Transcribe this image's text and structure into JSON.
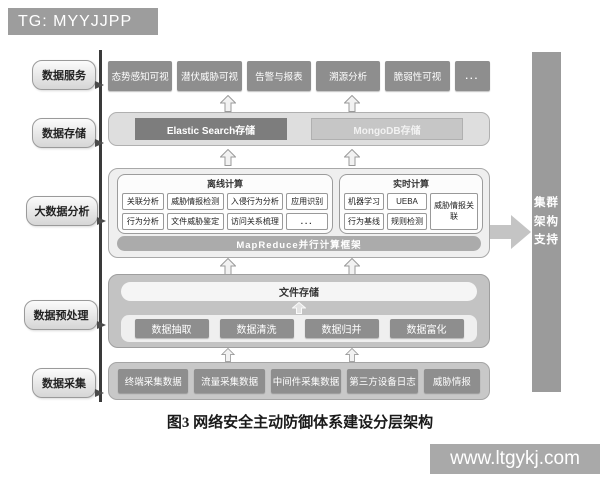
{
  "badge": {
    "text": "TG: MYYJJPP"
  },
  "watermark": {
    "text": "www.ltgykj.com"
  },
  "caption": "图3 网络安全主动防御体系建设分层架构",
  "cluster_support": {
    "label": "集群架构支持"
  },
  "icons": {
    "up_arrow": "hollow-block-arrow-up",
    "right_arrow": "solid-block-arrow-right"
  },
  "colors": {
    "dark_box": "#8e8e8e",
    "layer_container": "#c7c7c7",
    "rail_line": "#3a3a3a",
    "cluster_bar": "#9b9b9b",
    "badge_bg": "#9d9d9d",
    "watermark_bg": "#a9a9a9"
  },
  "layers": {
    "services": {
      "label": "数据服务",
      "items": [
        "态势感知可视",
        "潜伏威胁可视",
        "告警与报表",
        "溯源分析",
        "脆弱性可视",
        "..."
      ]
    },
    "storage": {
      "label": "数据存储",
      "elastic": "Elastic Search存储",
      "mongo": "MongoDB存储"
    },
    "analysis": {
      "label": "大数据分析",
      "offline": {
        "title": "离线计算",
        "row1": [
          "关联分析",
          "威胁情报检测",
          "入侵行为分析",
          "应用识别"
        ],
        "row2": [
          "行为分析",
          "文件威胁鉴定",
          "访问关系梳理",
          "..."
        ]
      },
      "realtime": {
        "title": "实时计算",
        "cells": [
          "机器学习",
          "UEBA",
          "行为基线",
          "规则检测"
        ],
        "side": "威胁情报关联"
      },
      "framework": "MapReduce并行计算框架"
    },
    "preprocess": {
      "label": "数据预处理",
      "file_storage": "文件存储",
      "items": [
        "数据抽取",
        "数据清洗",
        "数据归并",
        "数据富化"
      ]
    },
    "collection": {
      "label": "数据采集",
      "items": [
        "终端采集数据",
        "流量采集数据",
        "中间件采集数据",
        "第三方设备日志",
        "威胁情报"
      ]
    }
  }
}
